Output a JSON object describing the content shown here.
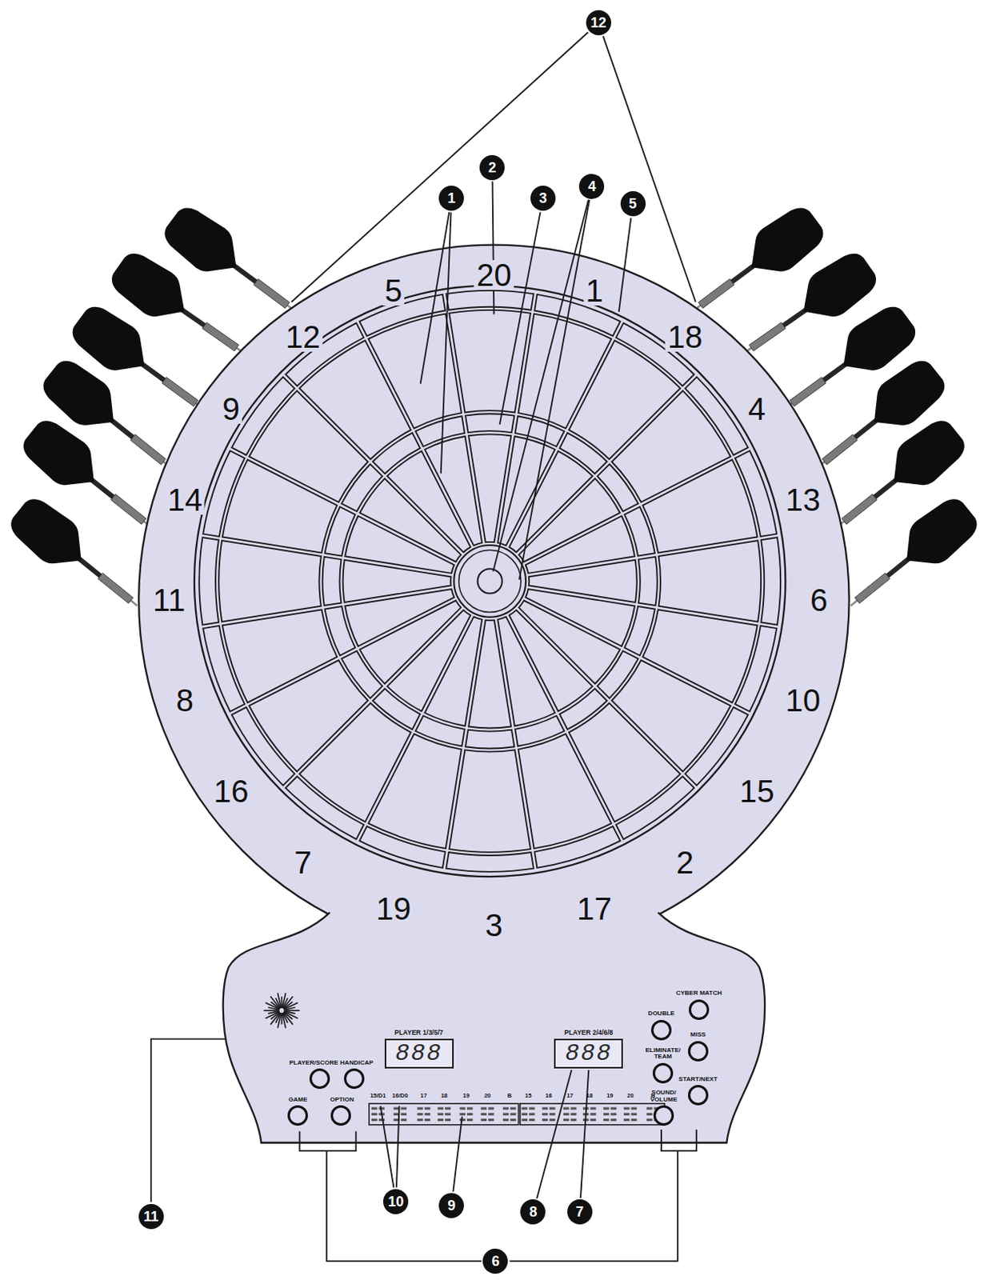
{
  "diagram": {
    "nodes": [
      {
        "text": [
          "12"
        ]
      },
      {
        "text": [
          "2"
        ]
      },
      {
        "text": [
          "3"
        ]
      },
      {
        "text": [
          "4"
        ]
      },
      {
        "text": [
          "1"
        ]
      },
      {
        "text": [
          "5"
        ]
      },
      {
        "text": [
          "PLAYER 1/3/5/7",
          "888"
        ]
      },
      {
        "text": [
          "PLAYER 2/4/6/8",
          "888"
        ]
      },
      {
        "text": [
          "CYBER MATCH"
        ]
      },
      {
        "text": [
          "DOUBLE"
        ]
      },
      {
        "text": [
          "MISS"
        ]
      },
      {
        "text": [
          "ELIMINATE/ TEAM"
        ]
      },
      {
        "text": [
          "PLAYER/SCORE"
        ]
      },
      {
        "text": [
          "HANDICAP"
        ]
      },
      {
        "text": [
          "START/NEXT"
        ]
      },
      {
        "text": [
          "SOUND/ VOLUME"
        ]
      },
      {
        "text": [
          "GAME"
        ]
      },
      {
        "text": [
          "OPTION"
        ]
      },
      {
        "text": [
          "11"
        ]
      },
      {
        "text": [
          "10"
        ]
      },
      {
        "text": [
          "9"
        ]
      },
      {
        "text": [
          "8"
        ]
      },
      {
        "text": [
          "7"
        ]
      },
      {
        "text": [
          "6"
        ]
      }
    ],
    "labels": [
      "20",
      "1",
      "18",
      "4",
      "13",
      "6",
      "10",
      "15",
      "2",
      "17",
      "3",
      "19",
      "7",
      "16",
      "8",
      "11",
      "14",
      "9",
      "12",
      "5",
      "15/D1",
      "16/D0",
      "17",
      "18",
      "19",
      "20",
      "B",
      "15",
      "16",
      "17",
      "18",
      "19",
      "20",
      "B"
    ]
  }
}
